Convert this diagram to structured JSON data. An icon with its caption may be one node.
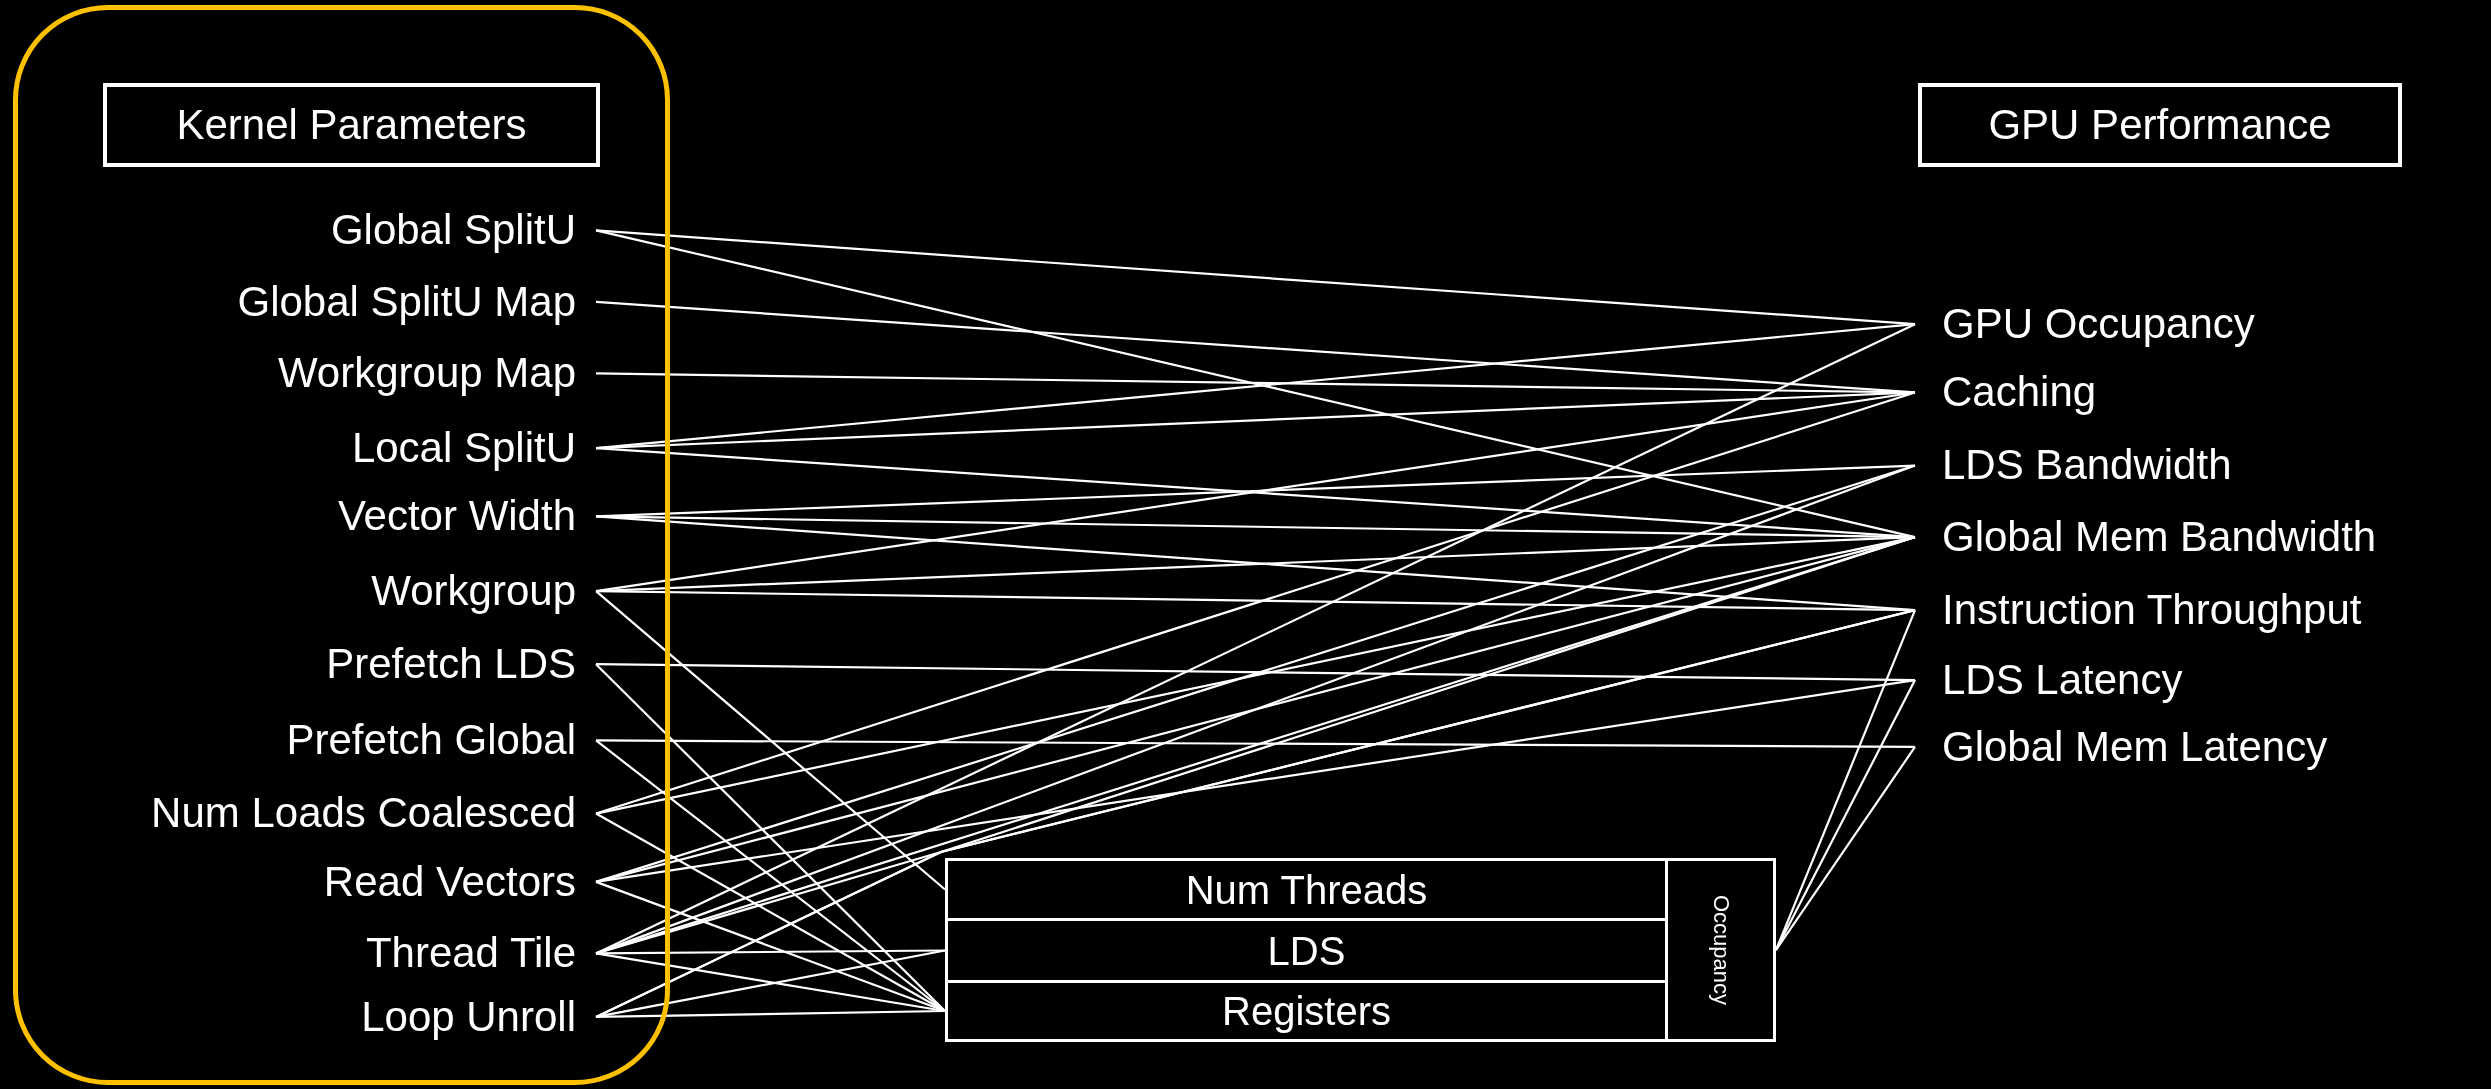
{
  "diagram": {
    "nodes": [
      {
        "text": [],
        "shape": "box"
      },
      {
        "text": [
          "Kernel Parameters"
        ],
        "in": 0
      },
      {
        "text": [
          "Global SplitU"
        ],
        "in": 0
      },
      {
        "text": [
          "Global SplitU Map"
        ],
        "in": 0
      },
      {
        "text": [
          "Workgroup Map"
        ],
        "in": 0
      },
      {
        "text": [
          "Local SplitU"
        ],
        "in": 0
      },
      {
        "text": [
          "Vector Width"
        ],
        "in": 0
      },
      {
        "text": [
          "Workgroup"
        ],
        "in": 0
      },
      {
        "text": [
          "Prefetch LDS"
        ],
        "in": 0
      },
      {
        "text": [
          "Prefetch Global"
        ],
        "in": 0
      },
      {
        "text": [
          "Num Loads Coalesced"
        ],
        "in": 0
      },
      {
        "text": [
          "Read Vectors"
        ],
        "in": 0
      },
      {
        "text": [
          "Thread Tile"
        ],
        "in": 0
      },
      {
        "text": [
          "Loop Unroll"
        ],
        "in": 0
      },
      {
        "text": [
          "GPU Performance"
        ]
      },
      {
        "text": [
          "GPU Occupancy"
        ]
      },
      {
        "text": [
          "Caching"
        ]
      },
      {
        "text": [
          "LDS Bandwidth"
        ]
      },
      {
        "text": [
          "Global Mem Bandwidth"
        ]
      },
      {
        "text": [
          "Instruction Throughput"
        ]
      },
      {
        "text": [
          "LDS Latency"
        ]
      },
      {
        "text": [
          "Global Mem Latency"
        ]
      },
      {
        "text": [
          "Num Threads"
        ]
      },
      {
        "text": [
          "LDS"
        ]
      },
      {
        "text": [
          "Registers"
        ]
      },
      {
        "text": [
          "Occupancy"
        ]
      }
    ],
    "edges": [
      {
        "from": 2,
        "to": 15,
        "arrow": "none"
      },
      {
        "from": 2,
        "to": 18,
        "arrow": "none"
      },
      {
        "from": 3,
        "to": 16,
        "arrow": "none"
      },
      {
        "from": 4,
        "to": 16,
        "arrow": "none"
      },
      {
        "from": 5,
        "to": 15,
        "arrow": "none"
      },
      {
        "from": 5,
        "to": 16,
        "arrow": "none"
      },
      {
        "from": 5,
        "to": 18,
        "arrow": "none"
      },
      {
        "from": 6,
        "to": 17,
        "arrow": "none"
      },
      {
        "from": 6,
        "to": 18,
        "arrow": "none"
      },
      {
        "from": 6,
        "to": 19,
        "arrow": "none"
      },
      {
        "from": 7,
        "to": 16,
        "arrow": "none"
      },
      {
        "from": 7,
        "to": 18,
        "arrow": "none"
      },
      {
        "from": 7,
        "to": 19,
        "arrow": "none"
      },
      {
        "from": 7,
        "to": 22,
        "arrow": "none"
      },
      {
        "from": 8,
        "to": 20,
        "arrow": "none"
      },
      {
        "from": 8,
        "to": 24,
        "arrow": "none"
      },
      {
        "from": 9,
        "to": 21,
        "arrow": "none"
      },
      {
        "from": 9,
        "to": 24,
        "arrow": "none"
      },
      {
        "from": 10,
        "to": 16,
        "arrow": "none"
      },
      {
        "from": 10,
        "to": 18,
        "arrow": "none"
      },
      {
        "from": 10,
        "to": 24,
        "arrow": "none"
      },
      {
        "from": 11,
        "to": 17,
        "arrow": "none"
      },
      {
        "from": 11,
        "to": 18,
        "arrow": "none"
      },
      {
        "from": 11,
        "to": 20,
        "arrow": "none"
      },
      {
        "from": 11,
        "to": 24,
        "arrow": "none"
      },
      {
        "from": 12,
        "to": 15,
        "arrow": "none"
      },
      {
        "from": 12,
        "to": 17,
        "arrow": "none"
      },
      {
        "from": 12,
        "to": 18,
        "arrow": "none"
      },
      {
        "from": 12,
        "to": 19,
        "arrow": "none"
      },
      {
        "from": 12,
        "to": 23,
        "arrow": "none"
      },
      {
        "from": 12,
        "to": 24,
        "arrow": "none"
      },
      {
        "from": 13,
        "to": 18,
        "arrow": "none"
      },
      {
        "from": 13,
        "to": 19,
        "arrow": "none"
      },
      {
        "from": 13,
        "to": 23,
        "arrow": "none"
      },
      {
        "from": 13,
        "to": 24,
        "arrow": "none"
      },
      {
        "from": 25,
        "to": 19,
        "arrow": "none"
      },
      {
        "from": 25,
        "to": 20,
        "arrow": "none"
      },
      {
        "from": 25,
        "to": 21,
        "arrow": "none"
      }
    ]
  }
}
